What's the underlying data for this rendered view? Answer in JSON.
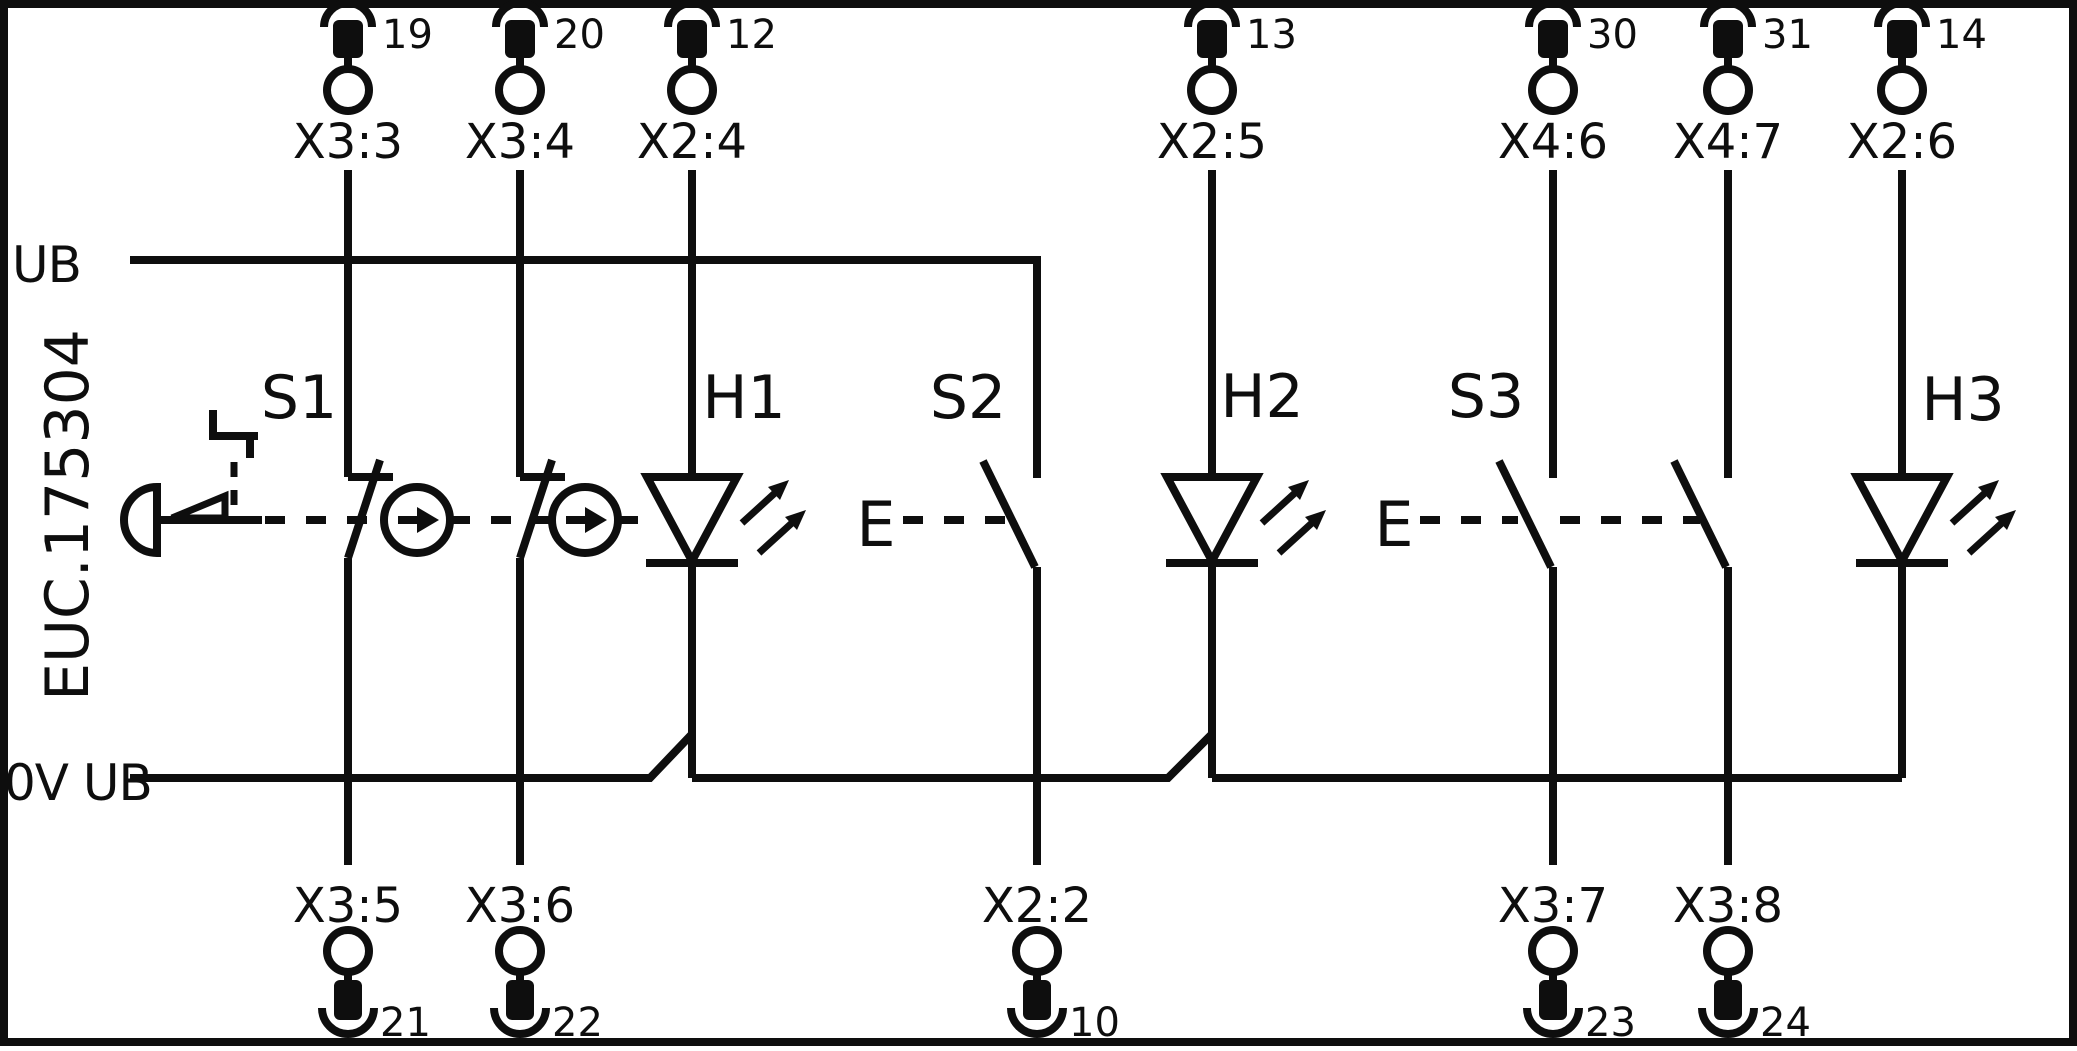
{
  "colors": {
    "ink": "#0e0e0e",
    "paper": "#ffffff"
  },
  "frame": {
    "module_id": "EUC.175304",
    "ub_rail_label": "UB",
    "zero_volt_rail_label": "0V UB"
  },
  "components": {
    "s1": {
      "label": "S1",
      "type": "emergency-stop, 2 NC contacts, positive opening"
    },
    "h1": {
      "label": "H1",
      "type": "LED indicator"
    },
    "s2": {
      "label": "S2",
      "actuation_label": "E",
      "type": "NO contact"
    },
    "h2": {
      "label": "H2",
      "type": "LED indicator"
    },
    "s3": {
      "label": "S3",
      "actuation_label": "E",
      "type": "2 NO contacts"
    },
    "h3": {
      "label": "H3",
      "type": "LED indicator"
    }
  },
  "terminals_top": [
    {
      "label": "X3:3",
      "pin": "19"
    },
    {
      "label": "X3:4",
      "pin": "20"
    },
    {
      "label": "X2:4",
      "pin": "12"
    },
    {
      "label": "X2:5",
      "pin": "13"
    },
    {
      "label": "X4:6",
      "pin": "30"
    },
    {
      "label": "X4:7",
      "pin": "31"
    },
    {
      "label": "X2:6",
      "pin": "14"
    }
  ],
  "terminals_bottom": [
    {
      "label": "X3:5",
      "pin": "21"
    },
    {
      "label": "X3:6",
      "pin": "22"
    },
    {
      "label": "X2:2",
      "pin": "10"
    },
    {
      "label": "X3:7",
      "pin": "23"
    },
    {
      "label": "X3:8",
      "pin": "24"
    }
  ]
}
